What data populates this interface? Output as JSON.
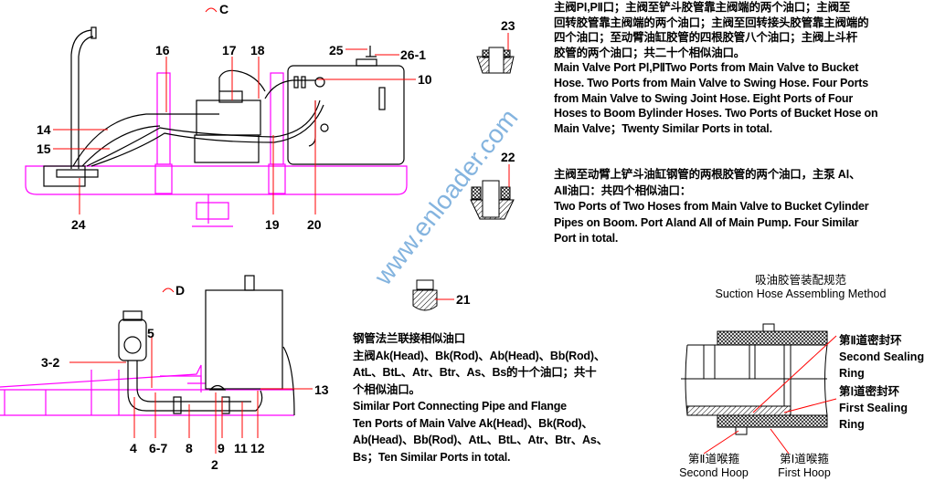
{
  "view_c": {
    "marker": "C",
    "labels": {
      "l16": "16",
      "l17": "17",
      "l18": "18",
      "l25": "25",
      "l26": "26-1",
      "l10": "10",
      "l14": "14",
      "l15": "15",
      "l24": "24",
      "l19": "19",
      "l20": "20"
    }
  },
  "view_d": {
    "marker": "D",
    "labels": {
      "l5": "5",
      "l32": "3-2",
      "l4": "4",
      "l67": "6-7",
      "l8": "8",
      "l9": "9",
      "l11": "11",
      "l12": "12",
      "l13": "13",
      "l2": "2"
    }
  },
  "details": {
    "d23": "23",
    "d22": "22",
    "d21": "21"
  },
  "note_main_valve": {
    "lines": [
      "主阀PⅠ,PⅡ口；主阀至铲斗胶管靠主阀端的两个油口；主阀至",
      "回转胶管靠主阀端的两个油口；主阀至回转接头胶管靠主阀端的",
      "四个油口；至动臂油缸胶管的四根胶管八个油口；主阀上斗杆",
      "胶管的两个油口；共二十个相似油口。",
      "Main Valve Port PⅠ,PⅡTwo Ports from Main Valve to Bucket",
      "Hose. Two Ports from Main Valve to Swing Hose. Four Ports",
      "from Main Valve to Swing Joint Hose. Eight Ports of Four",
      "Hoses to Boom Bylinder Hoses. Two Ports of Bucket Hose on",
      "Main Valve；Twenty Similar Ports in total."
    ]
  },
  "note_bucket_cylinder": {
    "lines": [
      "主阀至动臂上铲斗油缸钢管的两根胶管的两个油口，主泵 AⅠ、",
      "AⅡ油口：共四个相似油口：",
      "Two Ports of Two Hoses from Main Valve to Bucket Cylinder",
      "Pipes on Boom. Port AⅠand AⅡ of Main Pump. Four Similar",
      "Port in total."
    ]
  },
  "note_flange": {
    "lines": [
      "钢管法兰联接相似油口",
      "主阀Ak(Head)、Bk(Rod)、Ab(Head)、Bb(Rod)、",
      "AtL、BtL、Atr、Btr、As、Bs的十个油口；共十",
      "个相似油口。",
      "Similar Port Connecting Pipe and Flange",
      "Ten Ports of Main Valve Ak(Head)、Bk(Rod)、",
      "Ab(Head)、Bb(Rod)、AtL、BtL、Atr、Btr、As、",
      "Bs；Ten Similar Ports in total."
    ]
  },
  "suction": {
    "title_cn": "吸油胶管装配规范",
    "title_en": "Suction Hose Assembling Method",
    "second_ring_cn": "第Ⅱ道密封环",
    "second_ring_en1": "Second Sealing",
    "second_ring_en2": "Ring",
    "first_ring_cn": "第Ⅰ道密封环",
    "first_ring_en1": "First Sealing",
    "first_ring_en2": "Ring",
    "second_hoop_cn": "第Ⅱ道喉箍",
    "second_hoop_en": "Second Hoop",
    "first_hoop_cn": "第Ⅰ道喉箍",
    "first_hoop_en": "First Hoop"
  },
  "watermark": "www.enloader.com",
  "colors": {
    "frame": "#ff00ff",
    "leader": "#ff0000",
    "watermark": "#5b9bd5"
  }
}
